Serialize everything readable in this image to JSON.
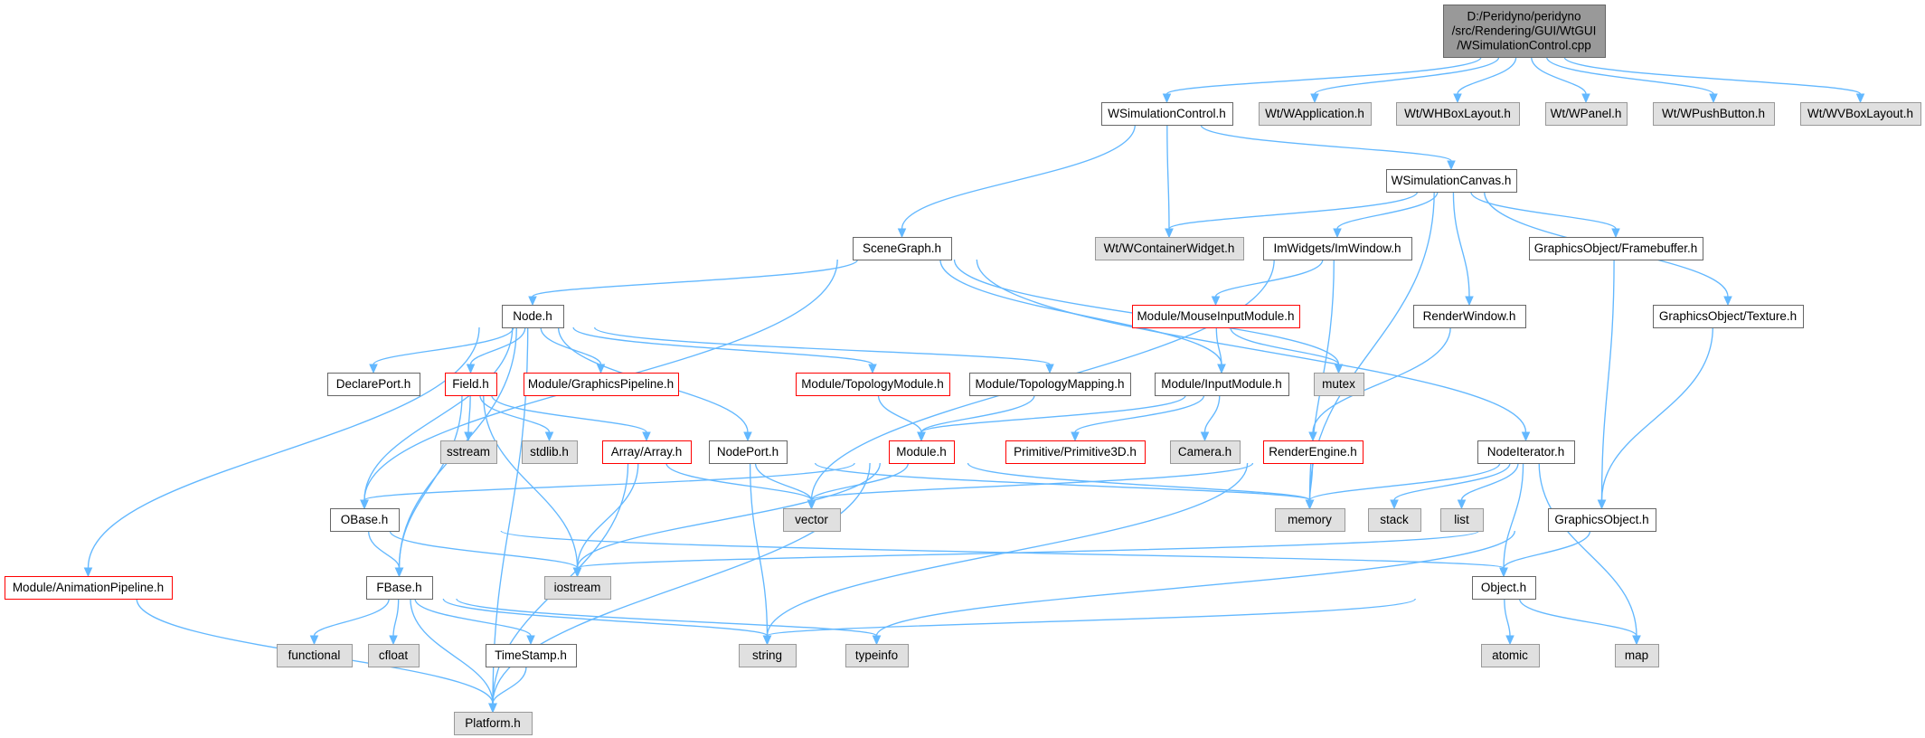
{
  "colors": {
    "edge": "#63b8ff",
    "root_fill": "#999999",
    "root_border": "#666666",
    "node_fill": "#ffffff",
    "node_border": "#666666",
    "warn_border": "#ff0000",
    "system_fill": "#e0e0e0",
    "system_border": "#999999"
  },
  "nodes": [
    {
      "id": "root",
      "lines": [
        "D:/Peridyno/peridyno",
        "/src/Rendering/GUI/WtGUI",
        "/WSimulationControl.cpp"
      ],
      "style": "root"
    },
    {
      "id": "wsimcontrol_h",
      "lines": [
        "WSimulationControl.h"
      ],
      "style": "normal"
    },
    {
      "id": "wapplication",
      "lines": [
        "Wt/WApplication.h"
      ],
      "style": "system"
    },
    {
      "id": "whboxlayout",
      "lines": [
        "Wt/WHBoxLayout.h"
      ],
      "style": "system"
    },
    {
      "id": "wpanel",
      "lines": [
        "Wt/WPanel.h"
      ],
      "style": "system"
    },
    {
      "id": "wpushbutton",
      "lines": [
        "Wt/WPushButton.h"
      ],
      "style": "system"
    },
    {
      "id": "wvboxlayout",
      "lines": [
        "Wt/WVBoxLayout.h"
      ],
      "style": "system"
    },
    {
      "id": "wsimcanvas",
      "lines": [
        "WSimulationCanvas.h"
      ],
      "style": "normal"
    },
    {
      "id": "scenegraph",
      "lines": [
        "SceneGraph.h"
      ],
      "style": "normal"
    },
    {
      "id": "wcontainer",
      "lines": [
        "Wt/WContainerWidget.h"
      ],
      "style": "system"
    },
    {
      "id": "imwindow",
      "lines": [
        "ImWidgets/ImWindow.h"
      ],
      "style": "normal"
    },
    {
      "id": "framebuffer",
      "lines": [
        "GraphicsObject/Framebuffer.h"
      ],
      "style": "normal"
    },
    {
      "id": "node_h",
      "lines": [
        "Node.h"
      ],
      "style": "normal"
    },
    {
      "id": "mouseinput",
      "lines": [
        "Module/MouseInputModule.h"
      ],
      "style": "warn"
    },
    {
      "id": "renderwindow",
      "lines": [
        "RenderWindow.h"
      ],
      "style": "normal"
    },
    {
      "id": "texture",
      "lines": [
        "GraphicsObject/Texture.h"
      ],
      "style": "normal"
    },
    {
      "id": "declareport",
      "lines": [
        "DeclarePort.h"
      ],
      "style": "normal"
    },
    {
      "id": "field",
      "lines": [
        "Field.h"
      ],
      "style": "warn"
    },
    {
      "id": "graphicspipeline",
      "lines": [
        "Module/GraphicsPipeline.h"
      ],
      "style": "warn"
    },
    {
      "id": "topologymodule",
      "lines": [
        "Module/TopologyModule.h"
      ],
      "style": "warn"
    },
    {
      "id": "topologymapping",
      "lines": [
        "Module/TopologyMapping.h"
      ],
      "style": "normal"
    },
    {
      "id": "inputmodule",
      "lines": [
        "Module/InputModule.h"
      ],
      "style": "normal"
    },
    {
      "id": "mutex",
      "lines": [
        "mutex"
      ],
      "style": "system"
    },
    {
      "id": "sstream",
      "lines": [
        "sstream"
      ],
      "style": "system"
    },
    {
      "id": "stdlib",
      "lines": [
        "stdlib.h"
      ],
      "style": "system"
    },
    {
      "id": "arrayh",
      "lines": [
        "Array/Array.h"
      ],
      "style": "warn"
    },
    {
      "id": "nodeport",
      "lines": [
        "NodePort.h"
      ],
      "style": "normal"
    },
    {
      "id": "module_h",
      "lines": [
        "Module.h"
      ],
      "style": "warn"
    },
    {
      "id": "primitive3d",
      "lines": [
        "Primitive/Primitive3D.h"
      ],
      "style": "warn"
    },
    {
      "id": "camera",
      "lines": [
        "Camera.h"
      ],
      "style": "system"
    },
    {
      "id": "renderengine",
      "lines": [
        "RenderEngine.h"
      ],
      "style": "warn"
    },
    {
      "id": "nodeiterator",
      "lines": [
        "NodeIterator.h"
      ],
      "style": "normal"
    },
    {
      "id": "obase",
      "lines": [
        "OBase.h"
      ],
      "style": "normal"
    },
    {
      "id": "vector",
      "lines": [
        "vector"
      ],
      "style": "system"
    },
    {
      "id": "memory",
      "lines": [
        "memory"
      ],
      "style": "system"
    },
    {
      "id": "stack",
      "lines": [
        "stack"
      ],
      "style": "system"
    },
    {
      "id": "list",
      "lines": [
        "list"
      ],
      "style": "system"
    },
    {
      "id": "graphicsobject",
      "lines": [
        "GraphicsObject.h"
      ],
      "style": "normal"
    },
    {
      "id": "animpipeline",
      "lines": [
        "Module/AnimationPipeline.h"
      ],
      "style": "warn"
    },
    {
      "id": "fbase",
      "lines": [
        "FBase.h"
      ],
      "style": "normal"
    },
    {
      "id": "iostream",
      "lines": [
        "iostream"
      ],
      "style": "system"
    },
    {
      "id": "object_h",
      "lines": [
        "Object.h"
      ],
      "style": "normal"
    },
    {
      "id": "functional",
      "lines": [
        "functional"
      ],
      "style": "system"
    },
    {
      "id": "cfloat",
      "lines": [
        "cfloat"
      ],
      "style": "system"
    },
    {
      "id": "timestamp",
      "lines": [
        "TimeStamp.h"
      ],
      "style": "normal"
    },
    {
      "id": "string",
      "lines": [
        "string"
      ],
      "style": "system"
    },
    {
      "id": "typeinfo",
      "lines": [
        "typeinfo"
      ],
      "style": "system"
    },
    {
      "id": "atomic",
      "lines": [
        "atomic"
      ],
      "style": "system"
    },
    {
      "id": "map",
      "lines": [
        "map"
      ],
      "style": "system"
    },
    {
      "id": "platform",
      "lines": [
        "Platform.h"
      ],
      "style": "system"
    }
  ],
  "edges": [
    [
      "root",
      "wsimcontrol_h"
    ],
    [
      "root",
      "wapplication"
    ],
    [
      "root",
      "whboxlayout"
    ],
    [
      "root",
      "wpanel"
    ],
    [
      "root",
      "wpushbutton"
    ],
    [
      "root",
      "wvboxlayout"
    ],
    [
      "wsimcontrol_h",
      "wsimcanvas"
    ],
    [
      "wsimcontrol_h",
      "scenegraph"
    ],
    [
      "wsimcontrol_h",
      "wcontainer"
    ],
    [
      "wsimcanvas",
      "wcontainer"
    ],
    [
      "wsimcanvas",
      "imwindow"
    ],
    [
      "wsimcanvas",
      "renderwindow"
    ],
    [
      "wsimcanvas",
      "memory"
    ],
    [
      "wsimcanvas",
      "framebuffer"
    ],
    [
      "wsimcanvas",
      "texture"
    ],
    [
      "scenegraph",
      "node_h"
    ],
    [
      "scenegraph",
      "inputmodule"
    ],
    [
      "scenegraph",
      "obase"
    ],
    [
      "scenegraph",
      "mutex"
    ],
    [
      "scenegraph",
      "nodeiterator"
    ],
    [
      "imwindow",
      "mouseinput"
    ],
    [
      "imwindow",
      "vector"
    ],
    [
      "imwindow",
      "memory"
    ],
    [
      "framebuffer",
      "graphicsobject"
    ],
    [
      "texture",
      "graphicsobject"
    ],
    [
      "node_h",
      "declareport"
    ],
    [
      "node_h",
      "field"
    ],
    [
      "node_h",
      "graphicspipeline"
    ],
    [
      "node_h",
      "topologymodule"
    ],
    [
      "node_h",
      "topologymapping"
    ],
    [
      "node_h",
      "nodeport"
    ],
    [
      "node_h",
      "obase"
    ],
    [
      "node_h",
      "animpipeline"
    ],
    [
      "node_h",
      "platform"
    ],
    [
      "node_h",
      "fbase"
    ],
    [
      "mouseinput",
      "inputmodule"
    ],
    [
      "mouseinput",
      "mutex"
    ],
    [
      "renderwindow",
      "renderengine"
    ],
    [
      "field",
      "sstream"
    ],
    [
      "field",
      "stdlib"
    ],
    [
      "field",
      "arrayh"
    ],
    [
      "field",
      "iostream"
    ],
    [
      "field",
      "fbase"
    ],
    [
      "topologymodule",
      "module_h"
    ],
    [
      "topologymapping",
      "module_h"
    ],
    [
      "inputmodule",
      "module_h"
    ],
    [
      "inputmodule",
      "primitive3d"
    ],
    [
      "inputmodule",
      "camera"
    ],
    [
      "arrayh",
      "iostream"
    ],
    [
      "arrayh",
      "vector"
    ],
    [
      "arrayh",
      "platform"
    ],
    [
      "nodeport",
      "vector"
    ],
    [
      "nodeport",
      "memory"
    ],
    [
      "nodeport",
      "string"
    ],
    [
      "module_h",
      "obase"
    ],
    [
      "module_h",
      "vector"
    ],
    [
      "module_h",
      "memory"
    ],
    [
      "module_h",
      "iostream"
    ],
    [
      "module_h",
      "platform"
    ],
    [
      "renderengine",
      "memory"
    ],
    [
      "renderengine",
      "vector"
    ],
    [
      "renderengine",
      "string"
    ],
    [
      "nodeiterator",
      "memory"
    ],
    [
      "nodeiterator",
      "stack"
    ],
    [
      "nodeiterator",
      "list"
    ],
    [
      "nodeiterator",
      "object_h"
    ],
    [
      "nodeiterator",
      "map"
    ],
    [
      "obase",
      "fbase"
    ],
    [
      "obase",
      "iostream"
    ],
    [
      "obase",
      "object_h"
    ],
    [
      "graphicsobject",
      "object_h"
    ],
    [
      "graphicsobject",
      "iostream"
    ],
    [
      "graphicsobject",
      "typeinfo"
    ],
    [
      "animpipeline",
      "platform"
    ],
    [
      "fbase",
      "functional"
    ],
    [
      "fbase",
      "cfloat"
    ],
    [
      "fbase",
      "timestamp"
    ],
    [
      "fbase",
      "string"
    ],
    [
      "fbase",
      "platform"
    ],
    [
      "fbase",
      "typeinfo"
    ],
    [
      "object_h",
      "string"
    ],
    [
      "object_h",
      "atomic"
    ],
    [
      "object_h",
      "map"
    ],
    [
      "timestamp",
      "platform"
    ]
  ]
}
